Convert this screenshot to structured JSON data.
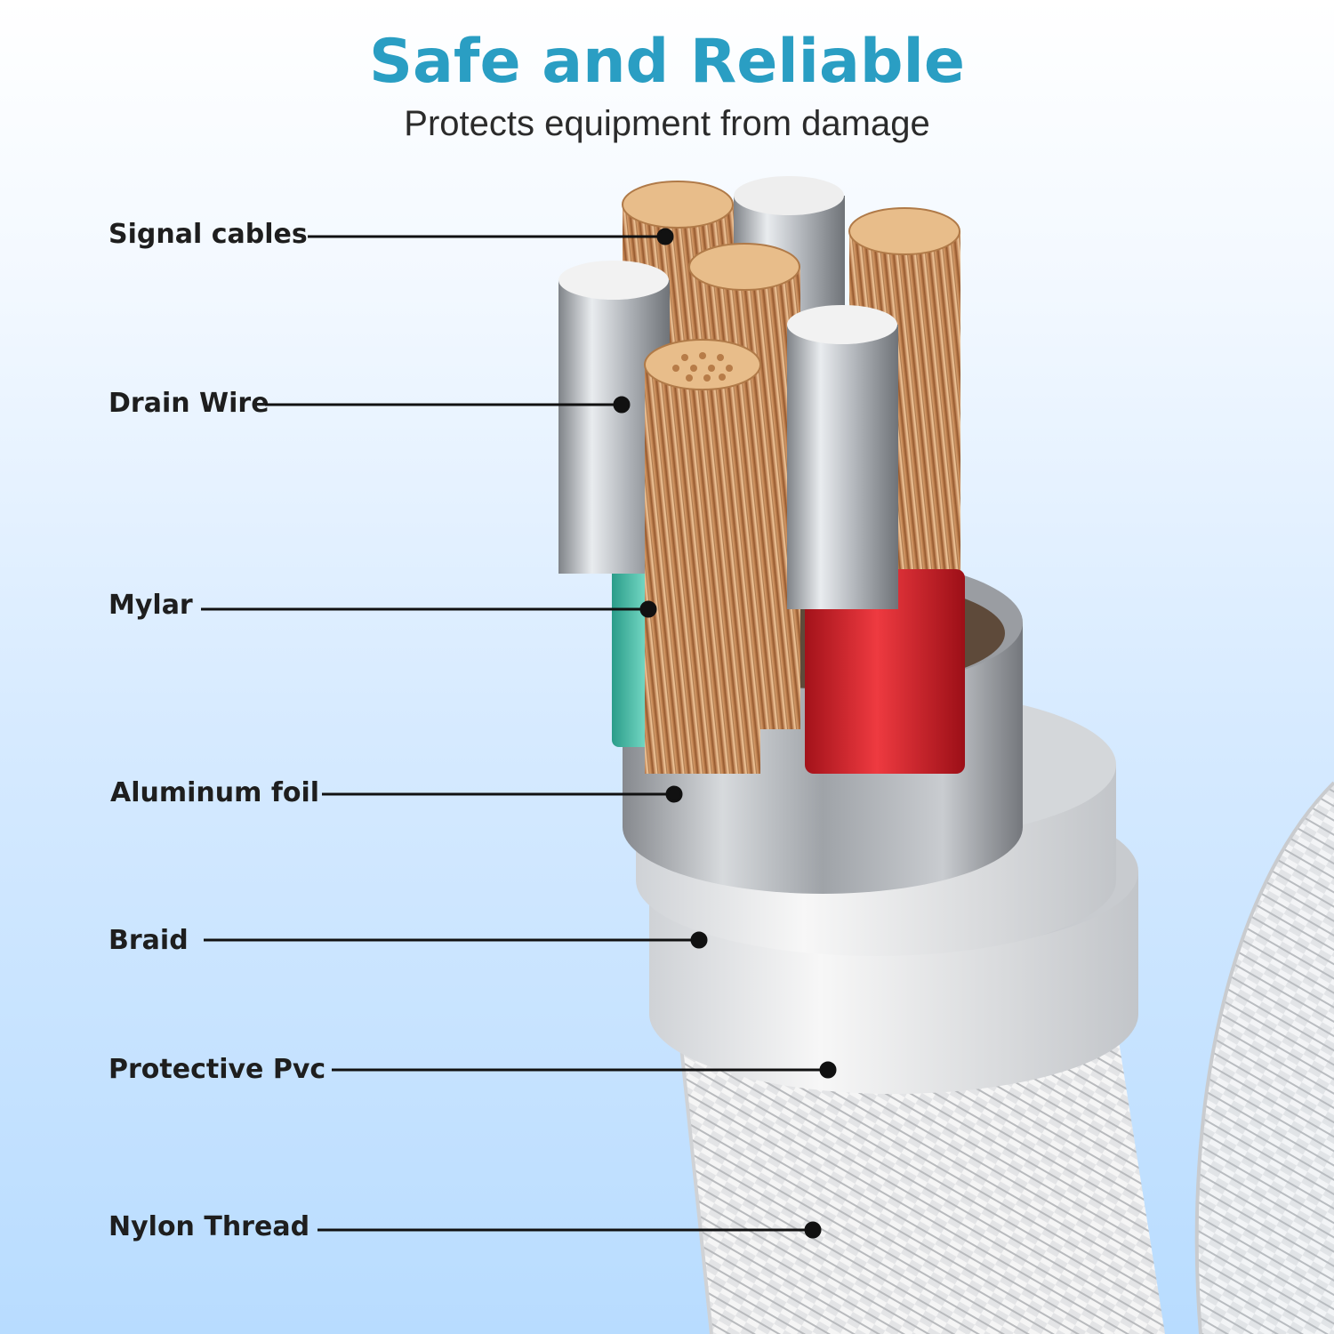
{
  "header": {
    "title": "Safe and Reliable",
    "subtitle": "Protects equipment from damage"
  },
  "layers": [
    {
      "name": "Signal cables"
    },
    {
      "name": "Drain Wire"
    },
    {
      "name": "Mylar"
    },
    {
      "name": "Aluminum foil"
    },
    {
      "name": "Braid"
    },
    {
      "name": "Protective Pvc"
    },
    {
      "name": "Nylon Thread"
    }
  ],
  "colors": {
    "title": "#2a9ec3",
    "copper": "#d9a06a",
    "mylar_green": "#3fbfa8",
    "mylar_red": "#d8202a",
    "foil": "#b9bcc2",
    "braid": "#e6e6e6"
  }
}
